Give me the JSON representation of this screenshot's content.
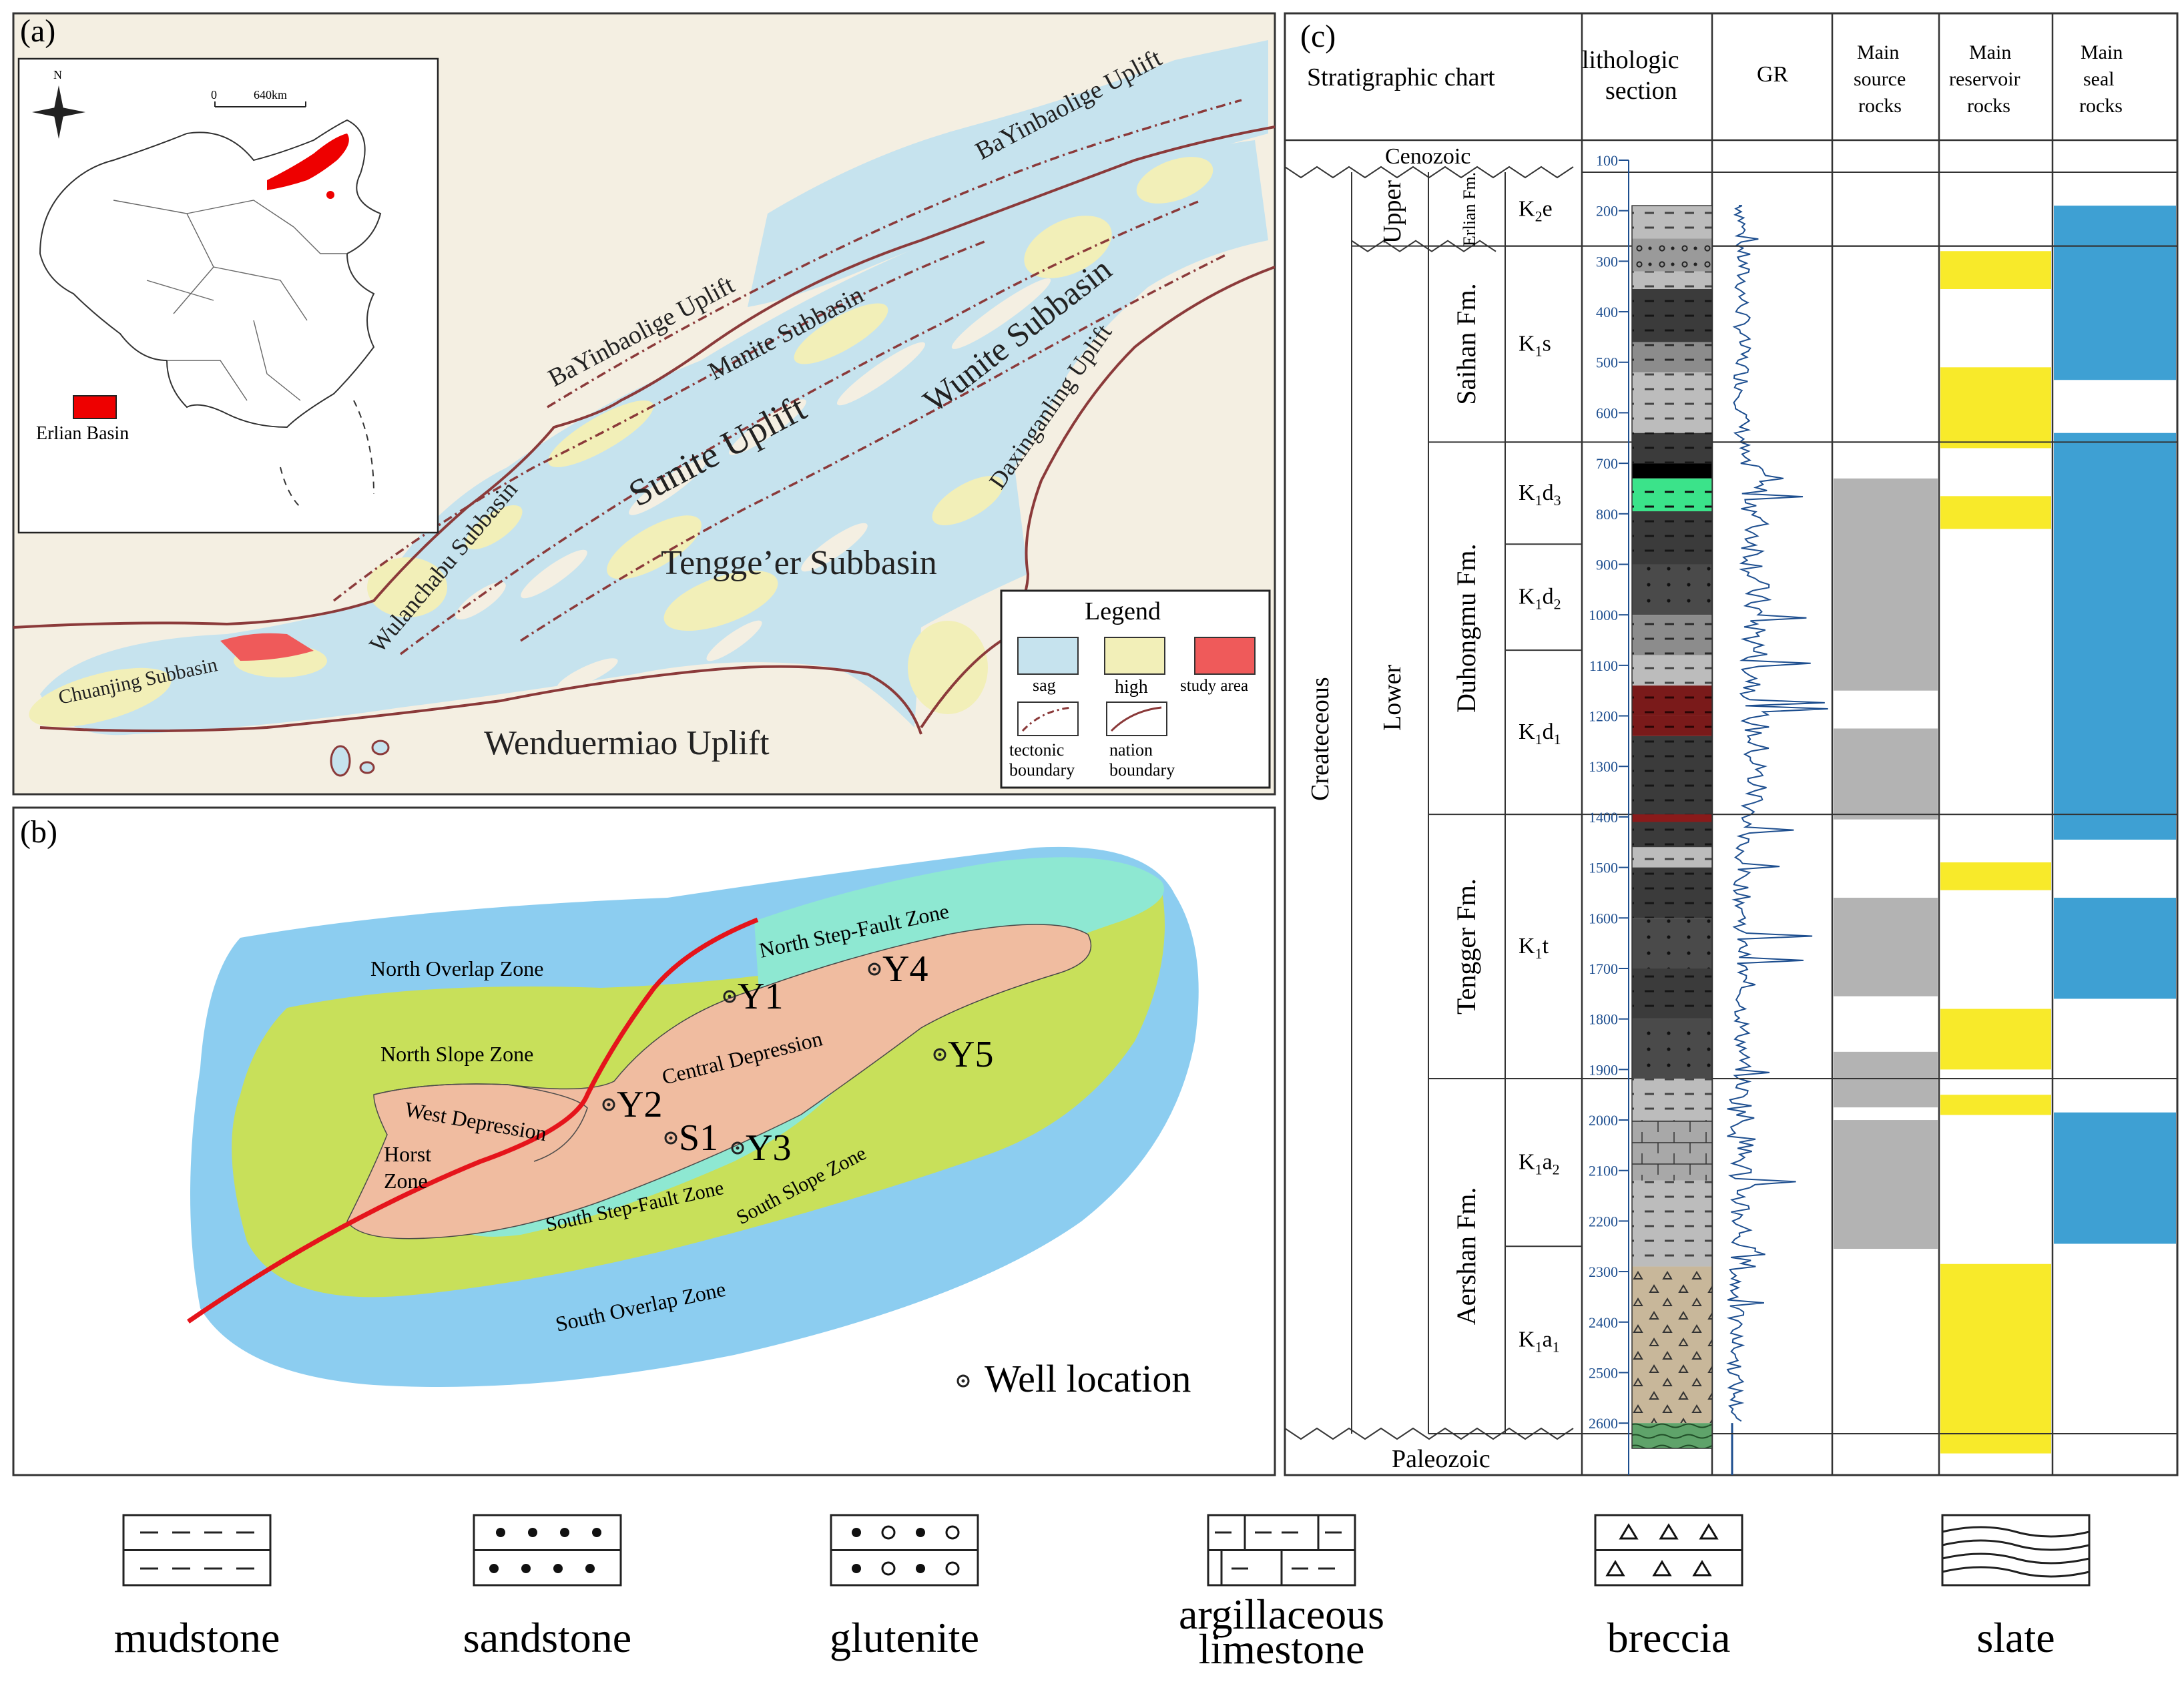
{
  "panels": {
    "a_label": "(a)",
    "b_label": "(b)",
    "c_label": "(c)"
  },
  "map_a": {
    "units": {
      "bayinbaolige_ne": "BaYinbaolige Uplift",
      "bayinbaolige_w": "BaYinbaolige Uplift",
      "manite": "Manite Subbasin",
      "wunite": "Wunite Subbasin",
      "sunite": "Sunite Uplift",
      "daxinganling": "Daxinganling Uplift",
      "wulanchabu": "Wulanchabu Subbasin",
      "tengger": "Tengge’er Subbasin",
      "chuanjing": "Chuanjing Subbasin",
      "wenduermiao": "Wenduermiao Uplift"
    },
    "inset": {
      "north": "N",
      "scale_zero": "0",
      "scale_len": "640km",
      "legend_label": "Erlian Basin",
      "highlight_color": "#ee0000"
    },
    "legend": {
      "title": "Legend",
      "sag": "sag",
      "high": "high",
      "study_area": "study area",
      "tectonic": "tectonic boundary",
      "nation": "nation boundary",
      "colors": {
        "sag": "#c6e3ee",
        "high": "#f2efb8",
        "study": "#ef5a5a",
        "land": "#f4efe2",
        "boundary": "#8b3a3a"
      }
    }
  },
  "map_b": {
    "zones": {
      "north_overlap": "North Overlap Zone",
      "north_step": "North Step-Fault Zone",
      "north_slope": "North Slope Zone",
      "central": "Central Depression",
      "west": "West Depression",
      "horst1": "Horst",
      "horst2": "Zone",
      "south_step": "South Step-Fault Zone",
      "south_slope": "South Slope Zone",
      "south_overlap": "South Overlap Zone"
    },
    "wells": [
      "Y1",
      "Y4",
      "Y5",
      "Y2",
      "S1",
      "Y3"
    ],
    "well_legend": "Well location",
    "colors": {
      "overlap": "#8ccdf0",
      "slope": "#c8e05a",
      "step": "#8ee8d2",
      "depression": "#f0bca0",
      "fault": "#e5141b"
    }
  },
  "column_c": {
    "headers": {
      "strat": "Stratigraphic chart",
      "litho1": "lithologic",
      "litho2": "section",
      "gr": "GR",
      "src1": "Main",
      "src2": "source",
      "src3": "rocks",
      "res1": "Main",
      "res2": "reservoir",
      "res3": "rocks",
      "seal1": "Main",
      "seal2": "seal",
      "seal3": "rocks"
    },
    "eras": {
      "top": "Cenozoic",
      "bottom": "Paleozoic"
    },
    "system": "Createceous",
    "series": {
      "upper": "Upper",
      "lower": "Lower"
    },
    "formations": {
      "erlian": "Erlian Fm.",
      "saihan": "Saihan Fm.",
      "duhongmu": "Duhongmu Fm.",
      "tengger": "Tengger Fm.",
      "aershan": "Aershan Fm."
    },
    "members": {
      "k2e": {
        "base": "K",
        "sub": "2",
        "rest": "e"
      },
      "k1s": {
        "base": "K",
        "sub": "1",
        "rest": "s"
      },
      "k1d3": {
        "base": "K",
        "sub": "1",
        "rest": "d",
        "sub2": "3"
      },
      "k1d2": {
        "base": "K",
        "sub": "1",
        "rest": "d",
        "sub2": "2"
      },
      "k1d1": {
        "base": "K",
        "sub": "1",
        "rest": "d",
        "sub2": "1"
      },
      "k1t": {
        "base": "K",
        "sub": "1",
        "rest": "t"
      },
      "k1a2": {
        "base": "K",
        "sub": "1",
        "rest": "a",
        "sub2": "2"
      },
      "k1a1": {
        "base": "K",
        "sub": "1",
        "rest": "a",
        "sub2": "1"
      }
    },
    "depth_ticks": [
      100,
      200,
      300,
      400,
      500,
      600,
      700,
      800,
      900,
      1000,
      1100,
      1200,
      1300,
      1400,
      1500,
      1600,
      1700,
      1800,
      1900,
      2000,
      2100,
      2200,
      2300,
      2400,
      2500,
      2600
    ],
    "source_intervals": [
      [
        730,
        1150
      ],
      [
        1225,
        1405
      ],
      [
        1560,
        1755
      ],
      [
        1865,
        1975
      ],
      [
        2000,
        2255
      ]
    ],
    "reservoir_intervals": [
      [
        280,
        355
      ],
      [
        510,
        670
      ],
      [
        765,
        830
      ],
      [
        1490,
        1545
      ],
      [
        1780,
        1900
      ],
      [
        1950,
        1990
      ],
      [
        2285,
        2660
      ]
    ],
    "seal_intervals": [
      [
        190,
        535
      ],
      [
        640,
        1445
      ],
      [
        1560,
        1760
      ],
      [
        1985,
        2245
      ]
    ],
    "colors": {
      "source": "#b3b3b3",
      "reservoir": "#f8ea2a",
      "seal": "#3ea0d3",
      "gr": "#1d4e8f"
    }
  },
  "lithology_legend": [
    {
      "name": "mudstone",
      "label": "mudstone"
    },
    {
      "name": "sandstone",
      "label": "sandstone"
    },
    {
      "name": "glutenite",
      "label": "glutenite"
    },
    {
      "name": "argillaceous-limestone",
      "label": "argillaceous\nlimestone",
      "l1": "argillaceous",
      "l2": "limestone"
    },
    {
      "name": "breccia",
      "label": "breccia"
    },
    {
      "name": "slate",
      "label": "slate"
    }
  ]
}
